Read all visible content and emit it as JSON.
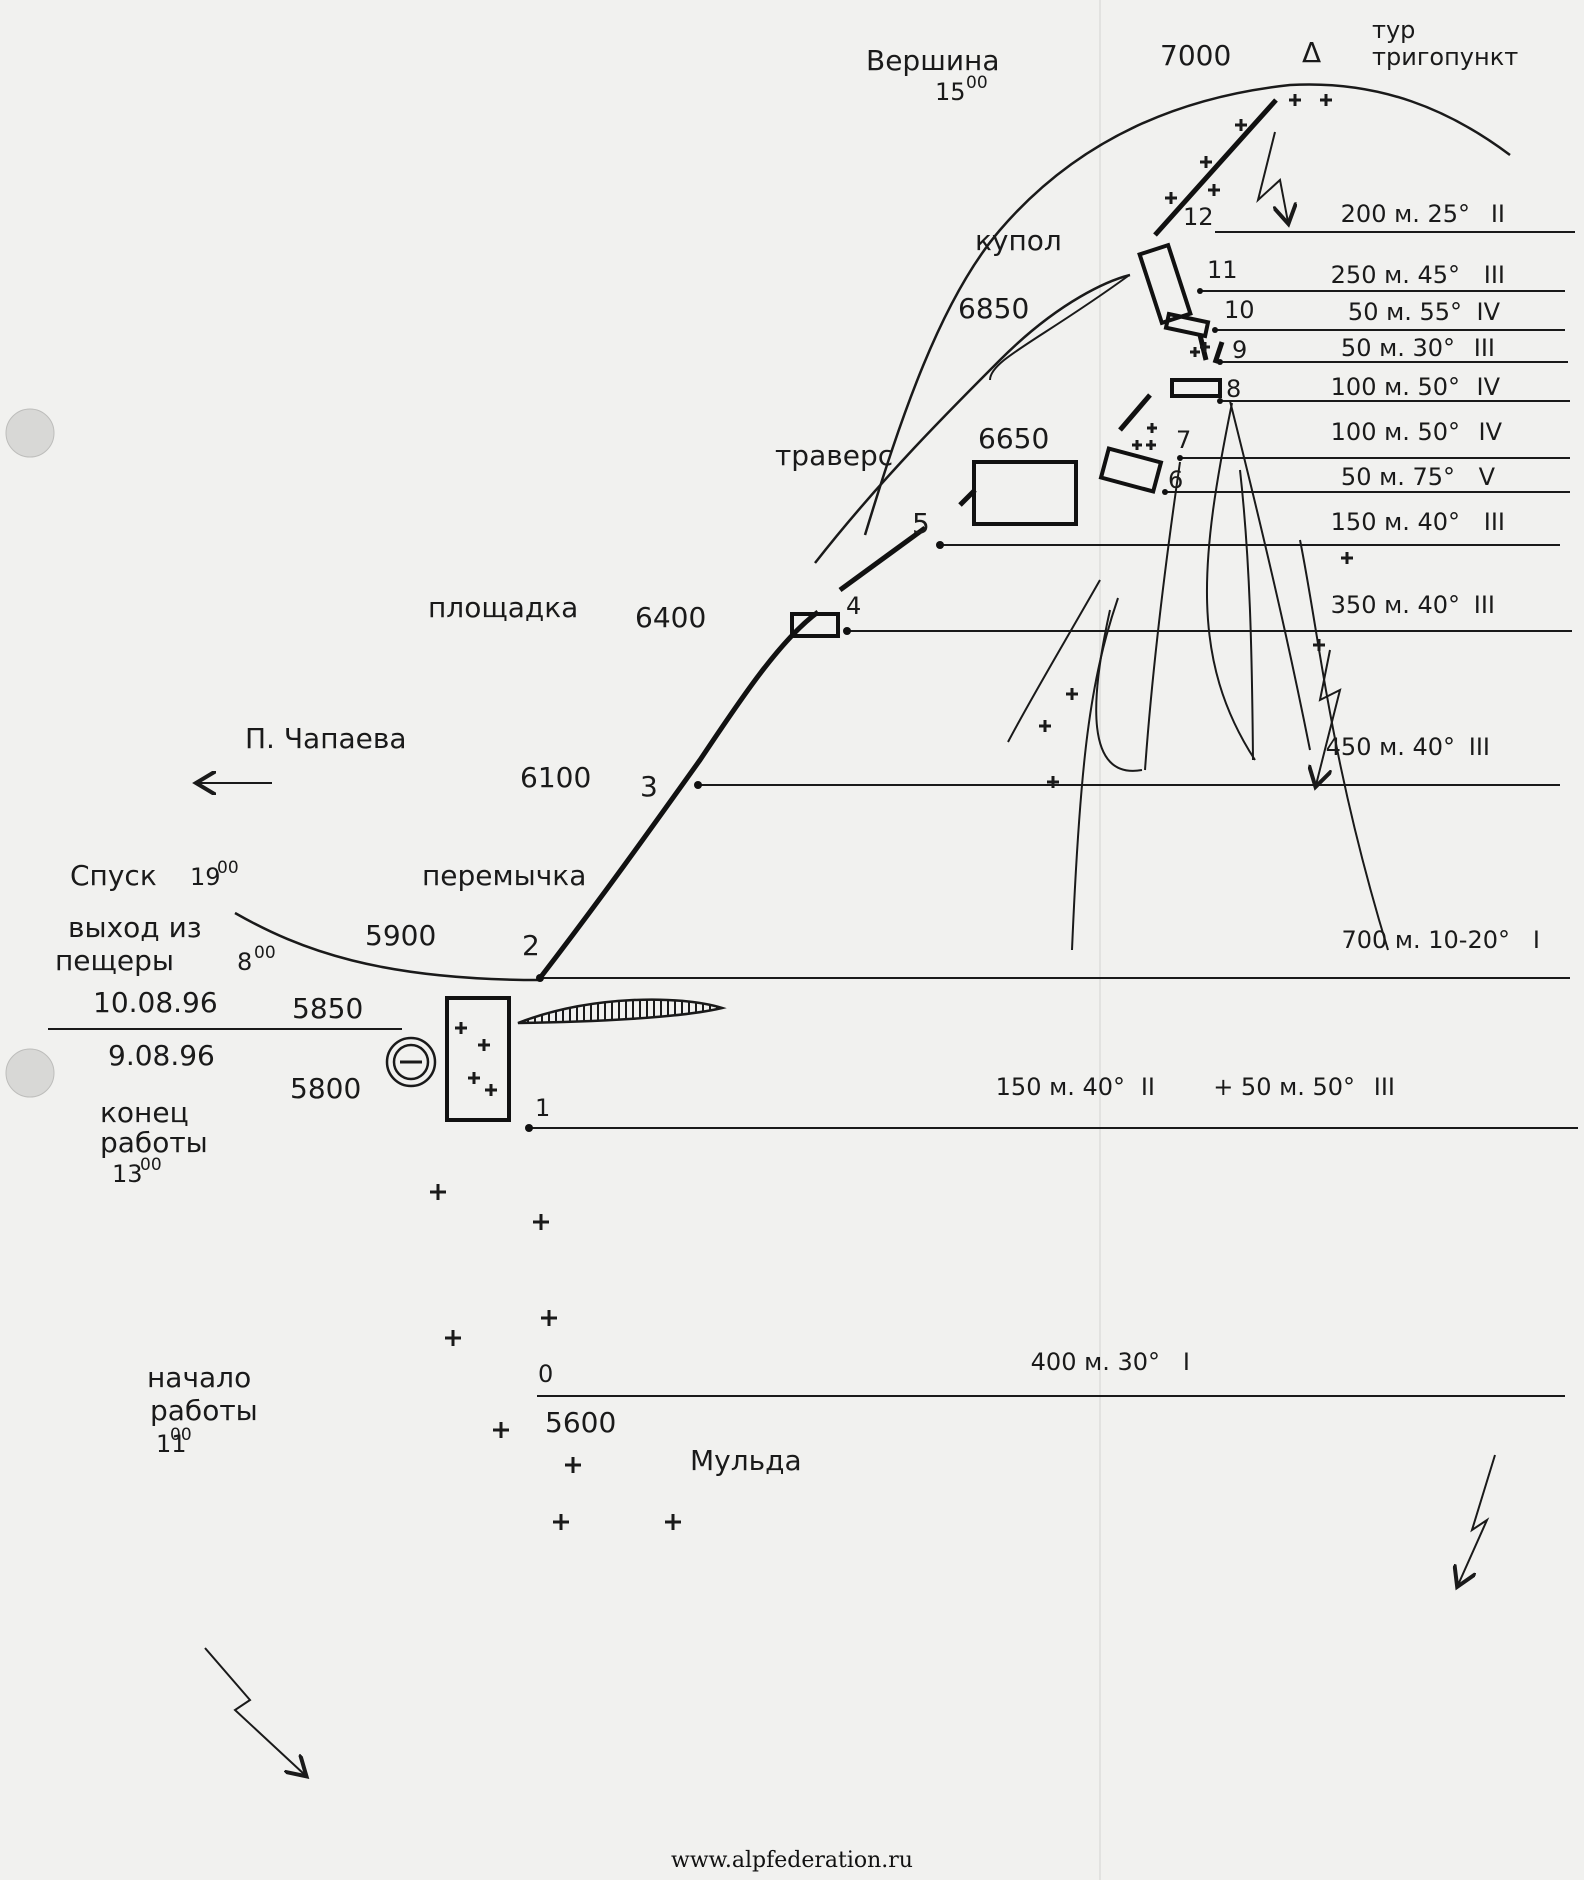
{
  "summit": {
    "label": "Вершина",
    "time": "15",
    "time_sup": "00",
    "altitude": "7000",
    "cairn_label": "тур",
    "trig_label": "тригопункт",
    "marker": "Δ"
  },
  "dome": {
    "label": "купол",
    "altitude": "6850"
  },
  "traverse": {
    "label": "траверс",
    "altitude": "6650"
  },
  "platform": {
    "label": "площадка",
    "altitude": "6400"
  },
  "chapaev": {
    "label": "П. Чапаева",
    "arrow": "←"
  },
  "point3_alt": "6100",
  "saddle": {
    "label": "перемычка",
    "altitude": "5900"
  },
  "descent": {
    "label": "Спуск",
    "time": "19",
    "time_sup": "00"
  },
  "exit_cave": {
    "line1": "выход из",
    "line2": "пещеры",
    "time": "8",
    "time_sup": "00"
  },
  "dates": {
    "upper": "10.08.96",
    "lower": "9.08.96"
  },
  "cave": {
    "alt_upper": "5850",
    "alt_lower": "5800",
    "symbol": "Θ"
  },
  "work_end": {
    "line1": "конец",
    "line2": "работы",
    "time": "13",
    "time_sup": "00"
  },
  "work_start": {
    "line1": "начало",
    "line2": "работы",
    "time": "11",
    "time_sup": "00"
  },
  "mulda": {
    "label": "Мульда",
    "altitude": "5600"
  },
  "points": [
    "0",
    "1",
    "2",
    "3",
    "4",
    "5",
    "6",
    "7",
    "8",
    "9",
    "10",
    "11",
    "12"
  ],
  "sections": [
    {
      "label": "200 м. 25°",
      "grade": "II"
    },
    {
      "label": "250 м. 45°",
      "grade": "III"
    },
    {
      "label": "50 м. 55°",
      "grade": "IV"
    },
    {
      "label": "50 м. 30°",
      "grade": "III"
    },
    {
      "label": "100 м. 50°",
      "grade": "IV"
    },
    {
      "label": "100 м. 50°",
      "grade": "IV"
    },
    {
      "label": "50 м. 75°",
      "grade": "V"
    },
    {
      "label": "150 м. 40°",
      "grade": "III"
    },
    {
      "label": "350 м. 40°",
      "grade": "III"
    },
    {
      "label": "450 м. 40°",
      "grade": "III"
    },
    {
      "label": "700 м. 10-20°",
      "grade": "I"
    },
    {
      "label": "150 м. 40°",
      "grade": "II",
      "extra": "+ 50 м. 50°",
      "extra_grade": "III"
    },
    {
      "label": "400 м. 30°",
      "grade": "I"
    }
  ],
  "footer": "www.alpfederation.ru"
}
